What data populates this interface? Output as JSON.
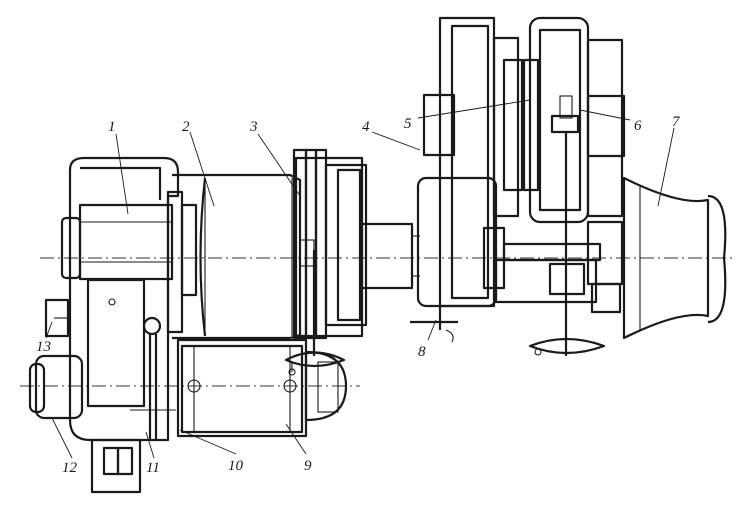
{
  "figure": {
    "labels": [
      {
        "id": "1",
        "text": "1"
      },
      {
        "id": "2",
        "text": "2"
      },
      {
        "id": "3",
        "text": "3"
      },
      {
        "id": "4",
        "text": "4"
      },
      {
        "id": "5",
        "text": "5"
      },
      {
        "id": "6",
        "text": "6"
      },
      {
        "id": "7",
        "text": "7"
      },
      {
        "id": "8",
        "text": "8"
      },
      {
        "id": "9",
        "text": "9"
      },
      {
        "id": "10",
        "text": "10"
      },
      {
        "id": "11",
        "text": "11"
      },
      {
        "id": "12",
        "text": "12"
      },
      {
        "id": "13",
        "text": "13"
      }
    ]
  },
  "colors": {
    "line": "#1a1a1a",
    "background": "#ffffff"
  }
}
